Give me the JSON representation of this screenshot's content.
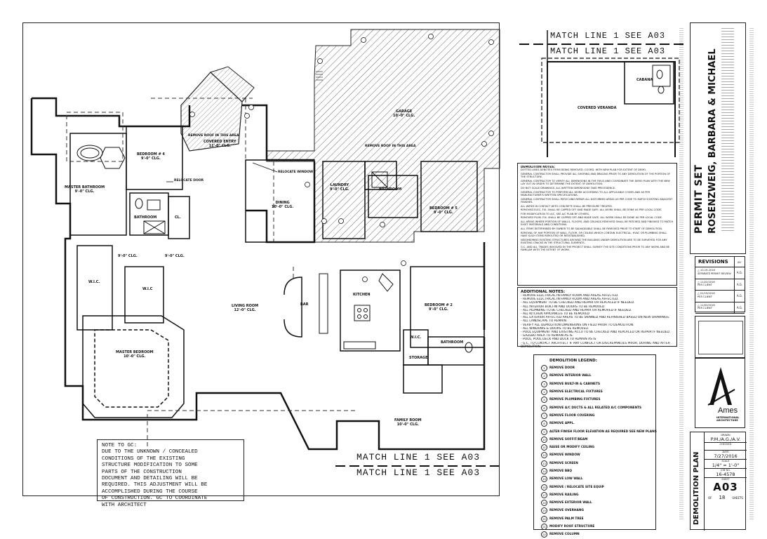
{
  "plan": {
    "rooms": {
      "bedroom4": {
        "name": "BEDROOM # 4",
        "spec": "9'-0\" CLG."
      },
      "covered_entry": {
        "name": "COVERED ENTRY",
        "spec": "11'-0\" CLG."
      },
      "garage": {
        "name": "GARAGE",
        "spec": "10'-0\" CLG."
      },
      "master_bathroom": {
        "name": "MASTER BATHROOM",
        "spec": "9'-0\" CLG."
      },
      "dining": {
        "name": "DINING",
        "spec": "10'-0\" CLG."
      },
      "laundry": {
        "name": "LAUNDRY",
        "spec": "9'-0\" CLG."
      },
      "bathroom_garage": {
        "name": "BATHROOM"
      },
      "bedroom5": {
        "name": "BEDROOM # 5",
        "spec": "9'-0\" CLG."
      },
      "bathroom_bed4": {
        "name": "BATHROOM"
      },
      "cl": {
        "name": "CL."
      },
      "wic1": {
        "name": "W.I.C."
      },
      "wic2": {
        "name": "W.I.C"
      },
      "living_room": {
        "name": "LIVING ROOM",
        "spec": "12'-0\" CLG."
      },
      "bar": {
        "name": "BAR"
      },
      "kitchen": {
        "name": "KITCHEN"
      },
      "bedroom2": {
        "name": "BEDROOM # 2",
        "spec": "9'-0\" CLG."
      },
      "wic3": {
        "name": "W.I.C."
      },
      "bathroom_bed2": {
        "name": "BATHROOM"
      },
      "storage": {
        "name": "STORAGE"
      },
      "master_bedroom": {
        "name": "MASTER BEDROOM",
        "spec": "10'-0\" CLG."
      },
      "family_room": {
        "name": "FAMILY ROOM",
        "spec": "10'-0\" CLG."
      }
    },
    "annotations": {
      "relocate_window": "RELOCATE WINDOW",
      "relocate_door": "RELOCATE DOOR",
      "remove_roof": "REMOVE ROOF IN THIS AREA",
      "hall_clg_1": "9'-0\" CLG.",
      "hall_clg_2": "9'-0\" CLG."
    },
    "match_line_top": "MATCH LINE 1 SEE A03",
    "match_line_bottom": "MATCH LINE 1 SEE A03"
  },
  "note_to_gc": {
    "lines": [
      "NOTE TO GC:",
      "DUE TO THE UNKNOWN / CONCEALED",
      "CONDITIONS OF THE EXISTING",
      "STRUCTURE MODIFICATION TO SOME",
      "PARTS OF THE CONSTRUCTION",
      "DOCUMENT AND DETAILING WILL BE",
      "REQUIRED. THIS ADJUSTMENT WILL BE",
      "ACCOMPLISHED DURING THE COURSE",
      "OF CONSTRUCTION. GC TO COORDINATE",
      "WITH ARCHITECT"
    ]
  },
  "inset": {
    "match_line_1": "MATCH LINE 1 SEE A03",
    "match_line_2": "MATCH LINE 1 SEE A03",
    "cabana": "CABANA",
    "covered_veranda": "COVERED VERANDA"
  },
  "demolition_notes": {
    "title": "DEMOLITION NOTES:",
    "items": [
      "DOTTED LINES DENOTES ITEMS BEING REMOVED. COORD. WITH NEW PLAN FOR EXTENT OF DEMO.",
      "GENERAL CONTRACTOR SHALL PROVIDE ALL SHORING AND BRACING PRIOR TO ANY DEMOLITION OF THE PORTION OF THE STRUCTURE.",
      "GENERAL CONTRACTOR TO VERIFY ALL DIMENSIONS IN THE FIELD AND COORDINATE THE DEMO PLAN WITH THE NEW LAY OUT IN ORDER TO DETERMINE THE EXTENT OF DEMOLITION.",
      "DO NOT SCALE DRAWINGS. ALL WRITTEN DIMENSIONS TAKE PRECEDENCE.",
      "GENERAL CONTRACTOR TO PERFORM ALL WORK ACCORDING TO ALL APPLICABLE CODES AND AS PER MANUFACTURER'S WRITTEN SPECIFICATIONS.",
      "GENERAL CONTRACTOR SHALL PATCH AND REPAIR ALL DISTURBED AREAS AS PER CODE TO MATCH EXISTING ADJACENT FINISHES.",
      "ALL WIRES IN CONTACT WITH CONCRETE SHALL BE PRESSURE TREATED.",
      "REMOVED ELEC. FIX. SHALL BE CAPPED OFF AND MADE SAFE. ALL WORK SHALL BE DONE AS PER LOCAL CODE.",
      "FOR MODIFICATION TO A/C, SEE A/C PLAN BY OTHERS.",
      "REMOVED PLUM. FIX. SHALL BE CAPPED OFF AND MADE SAFE. ALL WORK SHALL BE DONE AS PER LOCAL CODE.",
      "ALL AREAS WHERE PORTION OF WALLS, FLOORS, AND CEILINGS REMOVED SHALL BE PATCHED AND FINISHED TO MATCH EXIST. MATERIALS AND CONDITIONS.",
      "ALL ITEMS DETERMINED BY OWNER TO BE SALVAGEABLE SHALL BE REMOVED PRIOR TO START OF DEMOLITION.",
      "REMOVAL OF ANY PORTION OF WALL, FLOOR, OR CEILING WHICH CONTAIN ELECTRICAL, HVAC OR PLUMBING SHALL HAVE SUCH ITEMS REROUTED OR REESTABLISHED.",
      "NEIGHBORING EXISTING STRUCTURES AROUND THE BUILDING UNDER DEMOLITION ARE TO BE SURVEYED FOR ANY EXISTING CRACKS IN THE STRUCTURAL ELEMENTS.",
      "G.C. AND ALL TRADES INVOLVED IN THE PROJECT SHALL SURVEY THE SITE CONDITIONS PRIOR TO ANY WORK AND BE FAMILIAR WITH THE EXTENT OF WORK."
    ]
  },
  "additional_notes": {
    "title": "ADDITIONAL NOTES:",
    "items": [
      "- REMOVE ELECTRICAL IN FAMILY ROOM AND AREAS AFFECTED.",
      "- REMOVE ELECTRICAL IN FAMILY ROOM AND AREAS AFFECTED.",
      "- ALL EQUIPMENT TO BE CHECKED AND REPAIR OR REPLACED IF NEEDED.",
      "- ALL INTERIOR BUILT-IN AND DOORS TO BE REMOVED",
      "- ALL PLUMBING TO BE CHECKED AND REPAIR OR REMOVED IF NEEDED.",
      "- ALL KITCHEN APPLIANCES TO BE REMOVED",
      "- ALL EXTERIOR AFFECTED AREAS TO BE SKINNED AND REFINISHED BASED ON NEW DRAWINGS.",
      "- ALL LANDSCAPE TO REMAIN.",
      "- VERIFY ALL DEMOLITION DIMENSIONS ON FIELD PRIOR TO DEMOLITION.",
      "- ALL WINDOWS & DOORS TO BE REMOVED.",
      "- POOL EQUIPMENT AND EXISTING ACCU TO BE CHECKED AND REPLACED OR REPAIR IF NEEDED.",
      "- GAZEBO AREA TO REMAIN AS IS.",
      "- POOL, POOL DECK AND DOCK TO REMAIN AS IS.",
      "- G.C. TO CONTACT ARCHITECT IF ANY CONFLICT OR DISCREPANCIES PRIOR, DURING AND AFTER DEMOLITION."
    ]
  },
  "demolition_legend": {
    "title": "DEMOLITION LEGEND:",
    "items": [
      {
        "num": "1",
        "text": "REMOVE DOOR"
      },
      {
        "num": "2",
        "text": "REMOVE INTERIOR WALL"
      },
      {
        "num": "3",
        "text": "REMOVE BUILT-IN & CABINETS"
      },
      {
        "num": "4",
        "text": "REMOVE ELECTRICAL FIXTURES"
      },
      {
        "num": "5",
        "text": "REMOVE PLUMBING FIXTURES"
      },
      {
        "num": "6",
        "text": "REMOVE A/C DUCTS & ALL RELATED A/C COMPONENTS"
      },
      {
        "num": "7",
        "text": "REMOVE FLOOR COVERING"
      },
      {
        "num": "8",
        "text": "REMOVE APPL."
      },
      {
        "num": "9",
        "text": "ALTER FINISH FLOOR ELEVATION AS REQUIRED SEE NEW PLANS"
      },
      {
        "num": "10",
        "text": "REMOVE SOFFIT/BEAM"
      },
      {
        "num": "11",
        "text": "RAISE OR MODIFY CEILING"
      },
      {
        "num": "12",
        "text": "REMOVE WINDOW"
      },
      {
        "num": "13",
        "text": "REMOVE SCREEN"
      },
      {
        "num": "14",
        "text": "REMOVE BBQ"
      },
      {
        "num": "15",
        "text": "REMOVE LOW WALL"
      },
      {
        "num": "16",
        "text": "REMOVE / RELOCATE SITE EQUIP"
      },
      {
        "num": "17",
        "text": "REMOVE RAILING"
      },
      {
        "num": "18",
        "text": "REMOVE EXTERIOR WALL"
      },
      {
        "num": "19",
        "text": "REMOVE OVERHANG"
      },
      {
        "num": "20",
        "text": "REMOVE PALM TREE"
      },
      {
        "num": "21",
        "text": "MODIFY ROOF STRUCTURE"
      },
      {
        "num": "22",
        "text": "REMOVE COLUMN"
      }
    ]
  },
  "title_block": {
    "project_title": "ROSENZWEIG, BARBARA & MICHAEL",
    "permit_set": "PERMIT SET",
    "revisions_title": "REVISIONS",
    "revisions_by": "BY",
    "revisions": [
      {
        "date": "10-19-2016",
        "desc": "SEPARATE PERMIT REVIEW",
        "by": "A.G."
      },
      {
        "date": "11/22/2016",
        "desc": "PER CLIENT",
        "by": "A.G."
      },
      {
        "date": "01/19/2016",
        "desc": "PER CLIENT",
        "by": "A.G."
      },
      {
        "date": "11/02/2016",
        "desc": "PER CLIENT",
        "by": "A.G."
      }
    ],
    "firm_name": "Ames",
    "firm_sub": "INTERNATIONAL ARCHITECTURE",
    "sheet_title": "DEMOLITION PLAN",
    "drawn_label": "DRAWN",
    "drawn": "P.M./A.G./A.V.",
    "checked_label": "CHECKED",
    "date_label": "DATE",
    "date": "7/27/2016",
    "scale_label": "SCALE",
    "scale": "1/4\" = 1'-0\"",
    "job_label": "JOB NO.",
    "job": "16-4578",
    "sheet_label": "SHEET",
    "sheet": "A03",
    "of_label": "OF",
    "of_num": "18",
    "sheets_label": "SHEETS"
  },
  "colors": {
    "ink": "#111111",
    "hatch": "#333333",
    "paper": "#ffffff"
  }
}
